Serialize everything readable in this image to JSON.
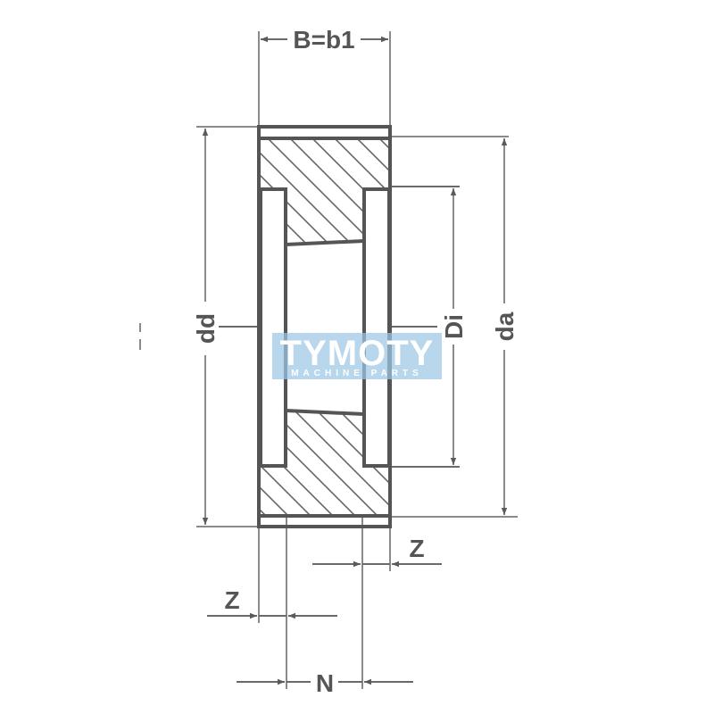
{
  "diagram": {
    "type": "technical-drawing",
    "subject": "pulley / gear cross-section with hub and recesses",
    "colors": {
      "line": "#555555",
      "dimension_line": "#8a8a8a",
      "watermark_bg": "#9cc6e4",
      "watermark_text": "#ffffff"
    },
    "dimensions": {
      "width": "B=b1",
      "pitch_diameter": "dd",
      "inner_diameter": "Di",
      "outside_diameter": "da",
      "recess_right": "Z",
      "recess_left": "Z",
      "hub_width": "N"
    }
  },
  "watermark": {
    "brand": "TYMOTY",
    "tagline": "MACHINE PARTS"
  }
}
